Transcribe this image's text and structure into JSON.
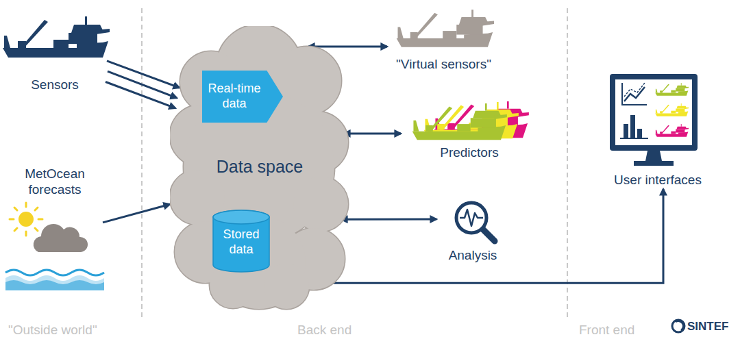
{
  "diagram": {
    "nodes": [
      {
        "text": [
          "Sensors"
        ]
      },
      {
        "text": [
          "MetOcean forecasts"
        ]
      },
      {
        "text": [
          "Data space"
        ]
      },
      {
        "text": [
          "Real-time data"
        ],
        "in": 2
      },
      {
        "text": [
          "Stored data"
        ],
        "in": 2
      },
      {
        "text": [
          "\"Virtual sensors\""
        ]
      },
      {
        "text": [
          "Predictors"
        ]
      },
      {
        "text": [
          "Analysis"
        ]
      },
      {
        "text": [
          "User interfaces"
        ]
      }
    ],
    "edges": [
      {
        "from": 0,
        "to": 2,
        "arrow": "to"
      },
      {
        "from": 0,
        "to": 2,
        "arrow": "to"
      },
      {
        "from": 0,
        "to": 2,
        "arrow": "to"
      },
      {
        "from": 1,
        "to": 2,
        "arrow": "to"
      },
      {
        "from": 2,
        "to": 5,
        "arrow": "both"
      },
      {
        "from": 2,
        "to": 6,
        "arrow": "both"
      },
      {
        "from": 2,
        "to": 7,
        "arrow": "both"
      },
      {
        "from": 2,
        "to": 8,
        "arrow": "to"
      }
    ],
    "labels": [
      "\"Outside world\"",
      "Back end",
      "Front end",
      "SINTEF"
    ]
  }
}
